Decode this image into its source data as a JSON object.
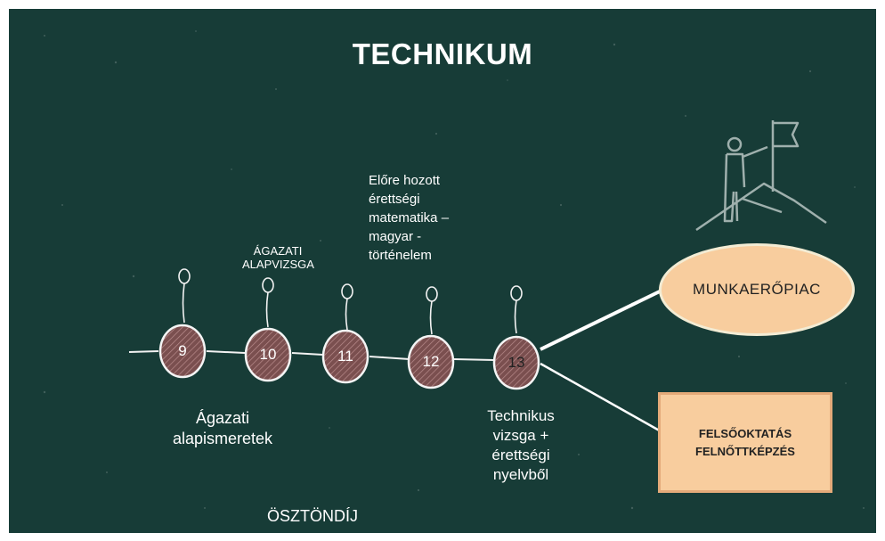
{
  "title": "TECHNIKUM",
  "grades": [
    {
      "number": "9"
    },
    {
      "number": "10"
    },
    {
      "number": "11"
    },
    {
      "number": "12"
    },
    {
      "number": "13"
    }
  ],
  "labels": {
    "grade9": "Ágazati alapismeretek",
    "grade10": "ÁGAZATI ALAPVIZSGA",
    "grade12": "Előre hozott érettségi matematika – magyar - történelem",
    "grade13": "Technikus vizsga + érettségi nyelvből"
  },
  "scholarship": "ÖSZTÖNDÍJ",
  "outcomes": {
    "labor_market": "MUNKAERŐPIAC",
    "higher_ed_line1": "FELSŐOKTATÁS",
    "higher_ed_line2": "FELNŐTTKÉPZÉS"
  },
  "icons": {
    "summit": "person-with-flag-on-mountain-icon",
    "milestone": "balloon-pin-icon"
  },
  "colors": {
    "background": "#173c37",
    "node_fill": "#7a4f4f",
    "outcome_fill": "#f8cd9e",
    "line": "#ffffff"
  }
}
